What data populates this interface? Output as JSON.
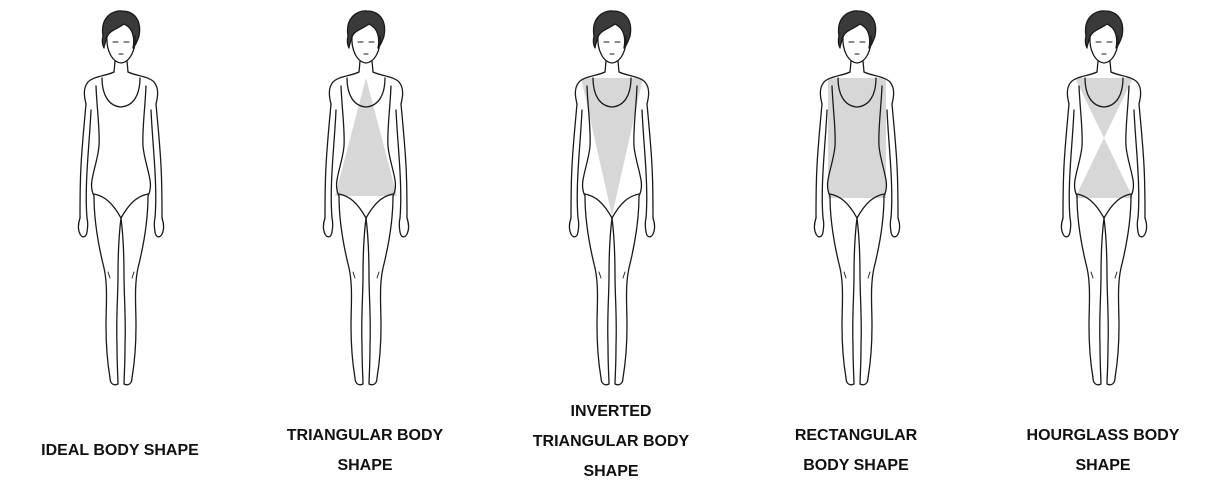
{
  "colors": {
    "line": "#1a1a1a",
    "shade": "#c9c9c9",
    "hair": "#3a3a3a",
    "background": "#ffffff"
  },
  "figures": [
    {
      "id": "ideal",
      "shading": "none",
      "caption_lines": [
        "IDEAL BODY SHAPE"
      ]
    },
    {
      "id": "triangular",
      "shading": "triangle",
      "caption_lines": [
        "TRIANGULAR BODY",
        "SHAPE"
      ]
    },
    {
      "id": "inverted-triangular",
      "shading": "inverted-triangle",
      "caption_lines": [
        "INVERTED",
        "TRIANGULAR BODY",
        "SHAPE"
      ]
    },
    {
      "id": "rectangular",
      "shading": "rectangle",
      "caption_lines": [
        "RECTANGULAR",
        "BODY SHAPE"
      ]
    },
    {
      "id": "hourglass",
      "shading": "hourglass",
      "caption_lines": [
        "HOURGLASS BODY",
        "SHAPE"
      ]
    }
  ]
}
